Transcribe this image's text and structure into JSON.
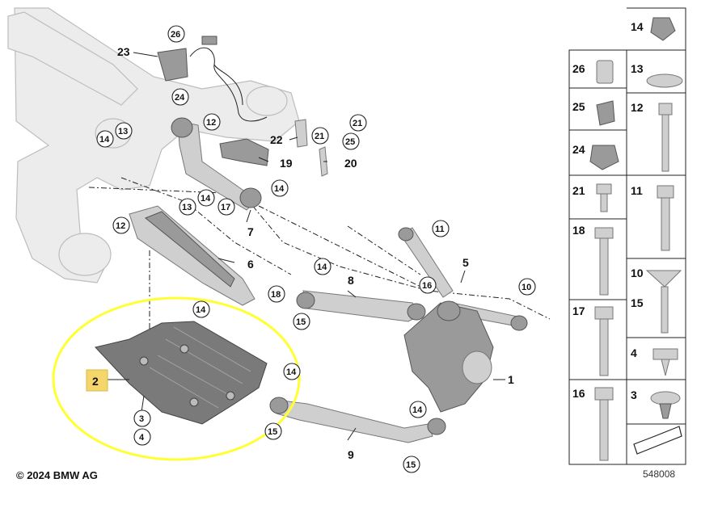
{
  "copyright": "© 2024 BMW AG",
  "diagram_id": "548008",
  "highlighted_part": "2",
  "part_labels": [
    "1",
    "2",
    "5",
    "6",
    "7",
    "8",
    "9",
    "19",
    "20",
    "22",
    "23"
  ],
  "callouts": [
    "3",
    "4",
    "10",
    "11",
    "12",
    "13",
    "14",
    "15",
    "16",
    "17",
    "18",
    "21",
    "24",
    "25",
    "26"
  ],
  "legend": {
    "col1": [
      "26",
      "25",
      "24",
      "21",
      "18",
      "17",
      "16"
    ],
    "col2": [
      "14",
      "13",
      "12",
      "11",
      "10",
      "15",
      "4",
      "3"
    ]
  },
  "colors": {
    "highlight_ring": "#ffff33",
    "highlight_box": "#f5d66b",
    "part_gray": "#9a9a9a",
    "frame_gray": "#ececec"
  }
}
